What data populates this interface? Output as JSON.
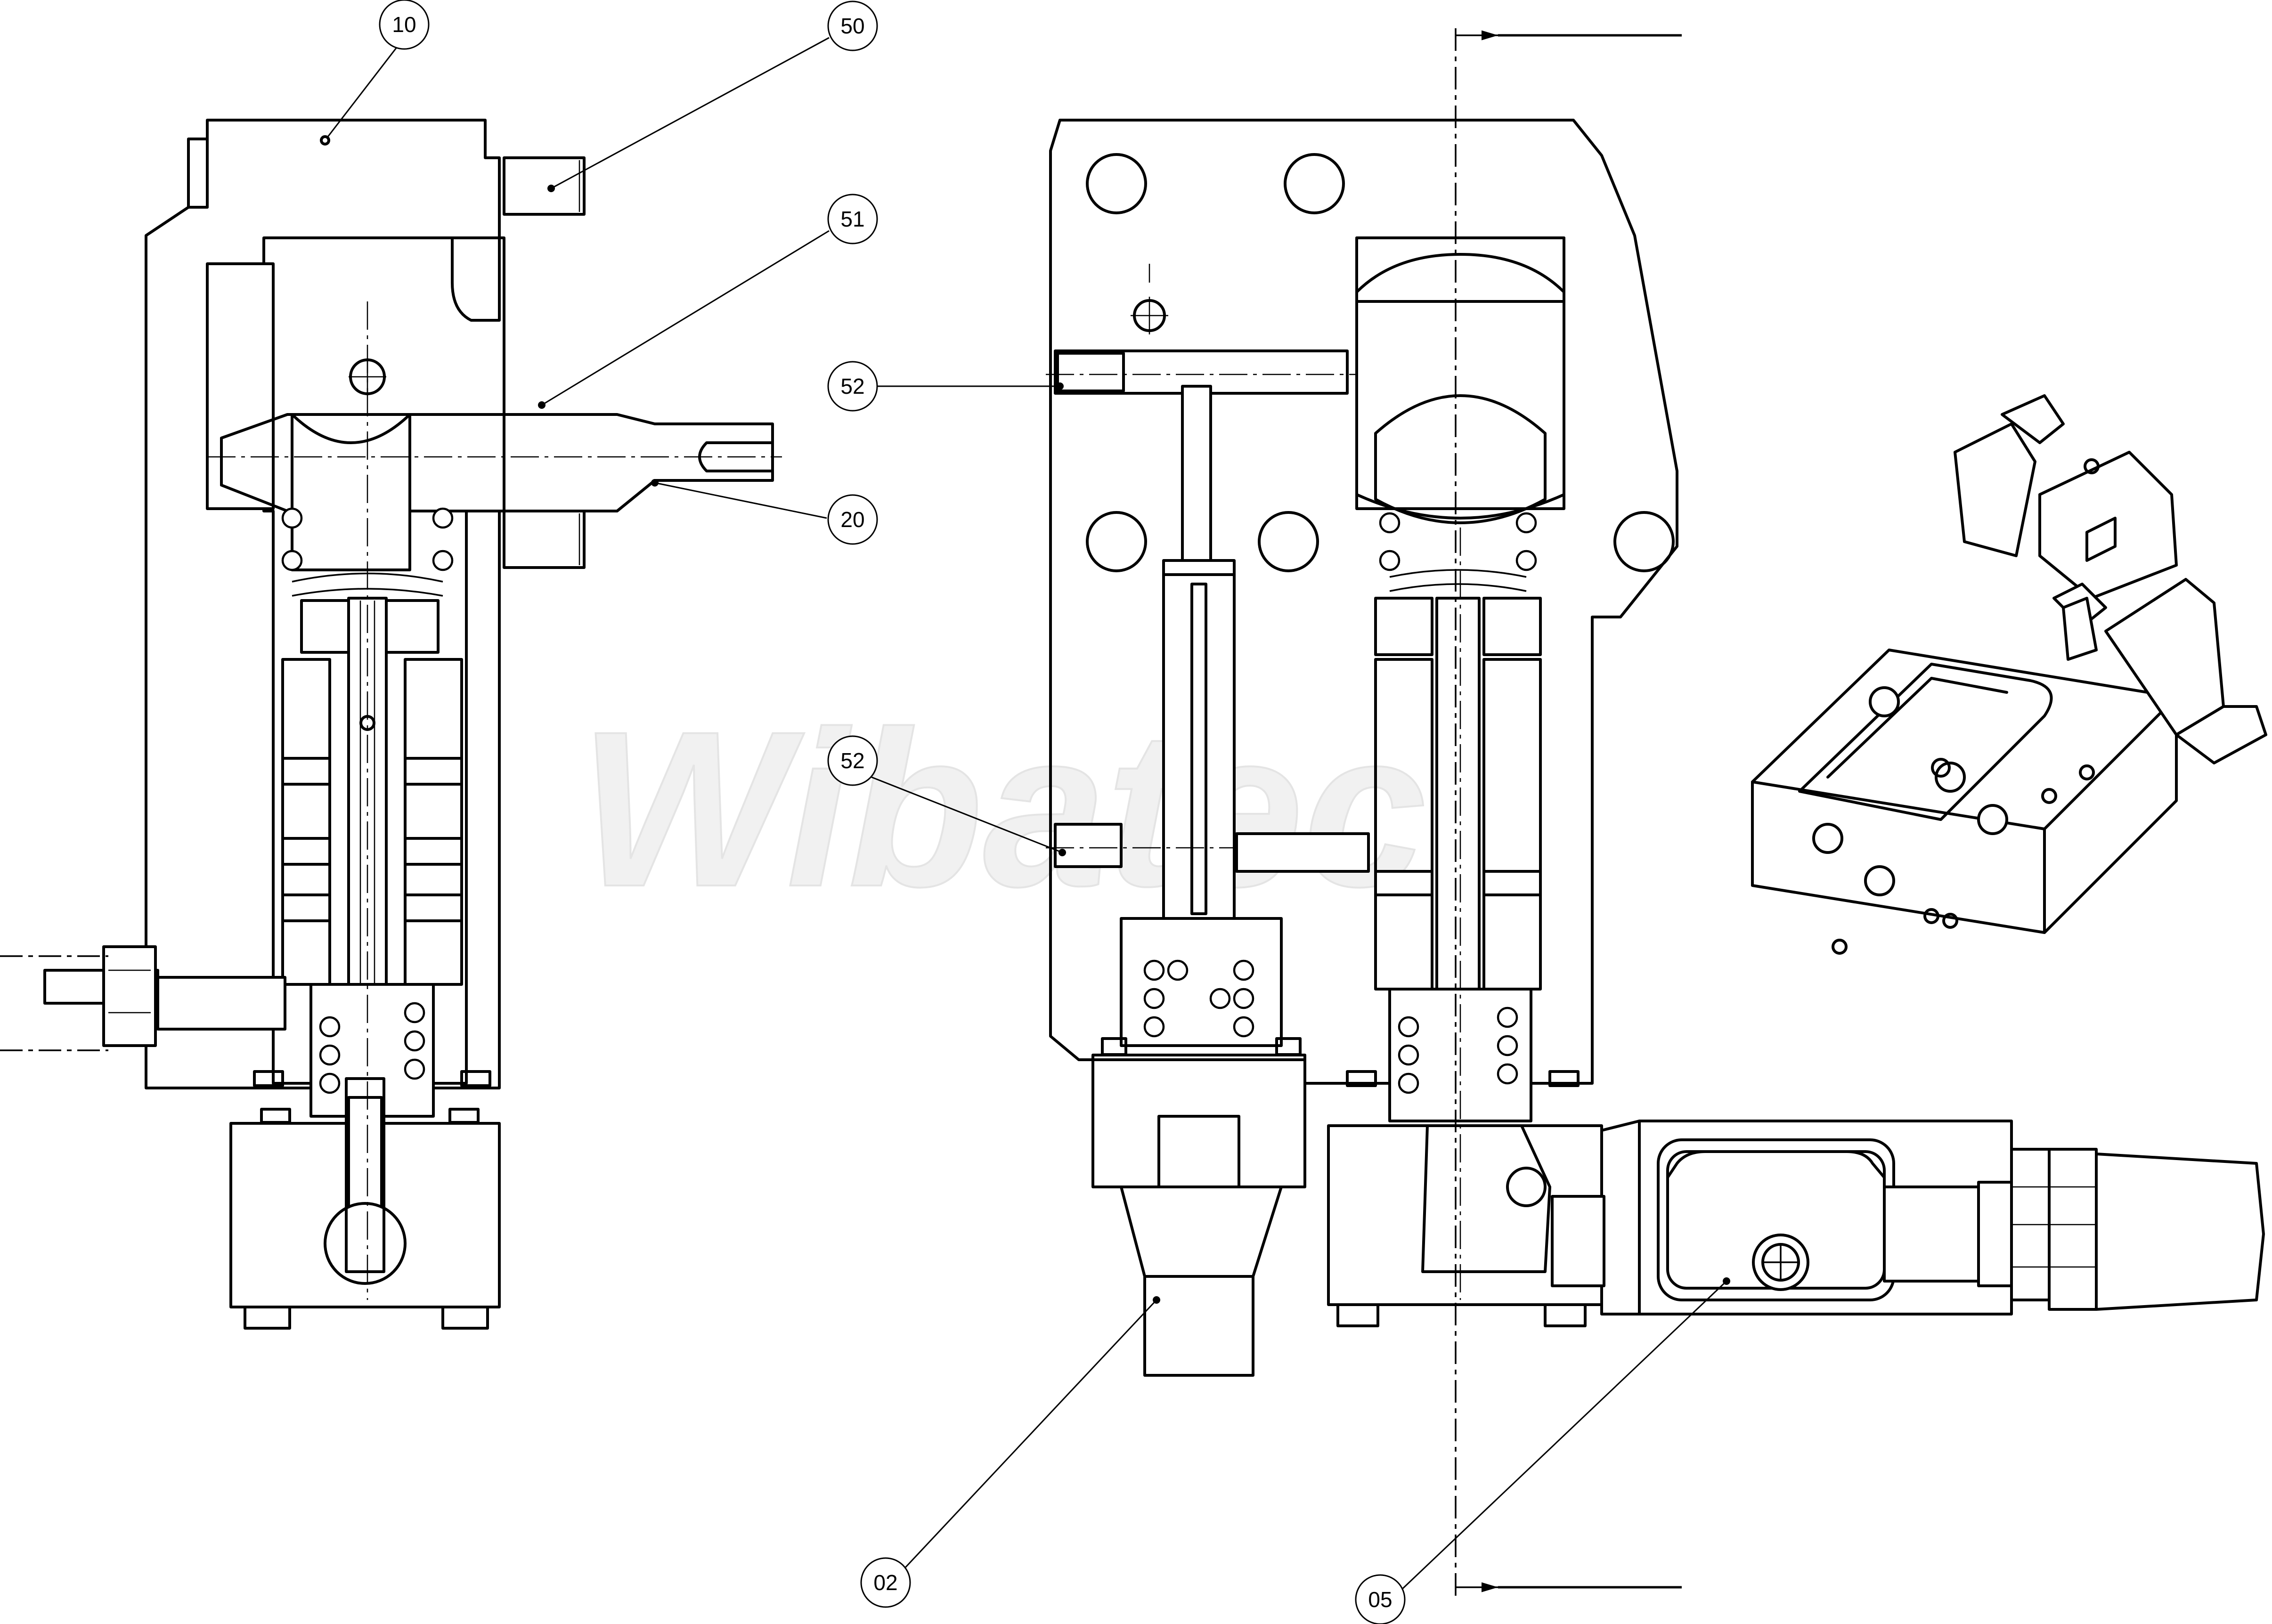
{
  "watermark": "Wibatec",
  "part_labels": [
    {
      "id": "10",
      "label": "10"
    },
    {
      "id": "50",
      "label": "50"
    },
    {
      "id": "51",
      "label": "51"
    },
    {
      "id": "20",
      "label": "20"
    },
    {
      "id": "52a",
      "label": "52"
    },
    {
      "id": "52b",
      "label": "52"
    },
    {
      "id": "02",
      "label": "02"
    },
    {
      "id": "05",
      "label": "05"
    }
  ]
}
